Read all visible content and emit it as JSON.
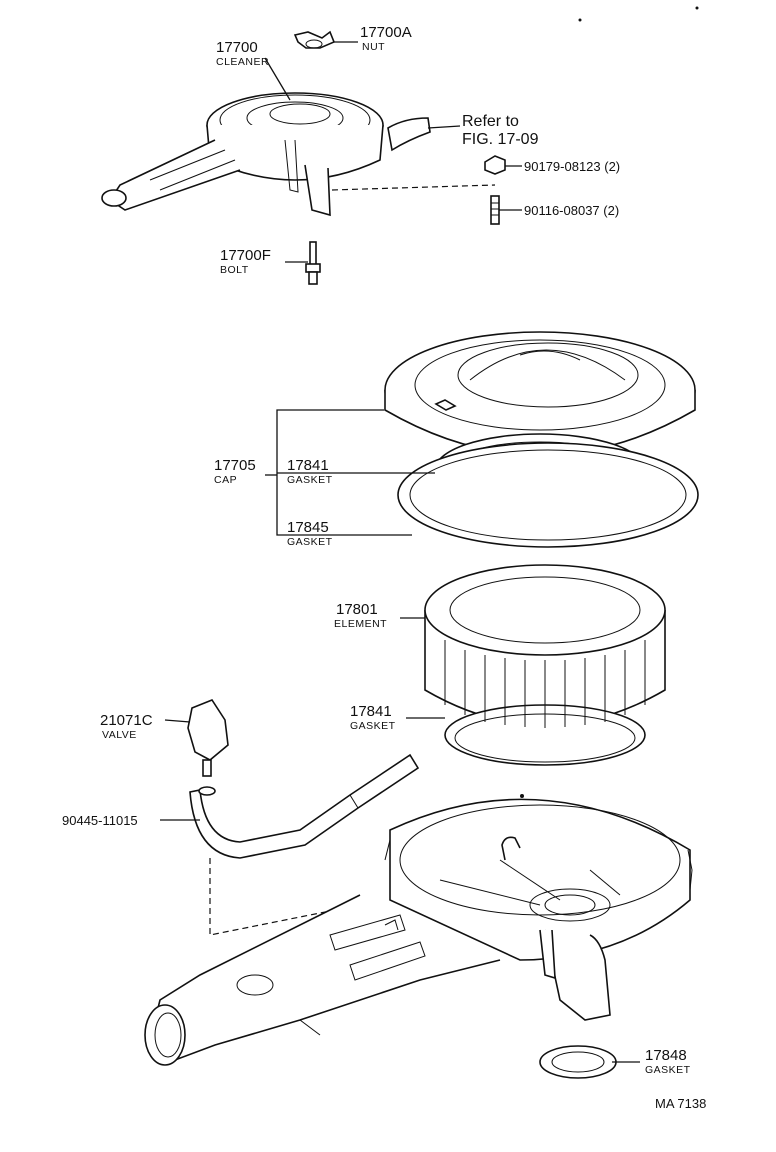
{
  "labels": {
    "cleaner_top": {
      "number": "17700",
      "name": "CLEANER"
    },
    "nut": {
      "number": "17700A",
      "name": "NUT"
    },
    "refer": {
      "line1": "Refer to",
      "line2": "FIG. 17-09"
    },
    "nut2": {
      "number": "90179-08123 (2)"
    },
    "stud": {
      "number": "90116-08037 (2)"
    },
    "bolt": {
      "number": "17700F",
      "name": "BOLT"
    },
    "cap": {
      "number": "17705",
      "name": "CAP"
    },
    "gasket_a": {
      "number": "17841",
      "name": "GASKET"
    },
    "gasket_b": {
      "number": "17845",
      "name": "GASKET"
    },
    "element": {
      "number": "17801",
      "name": "ELEMENT"
    },
    "gasket_c": {
      "number": "17841",
      "name": "GASKET"
    },
    "valve": {
      "number": "21071C",
      "name": "VALVE"
    },
    "hose": {
      "number": "90445-11015"
    },
    "gasket_d": {
      "number": "17848",
      "name": "GASKET"
    },
    "code": "MA  7138"
  }
}
